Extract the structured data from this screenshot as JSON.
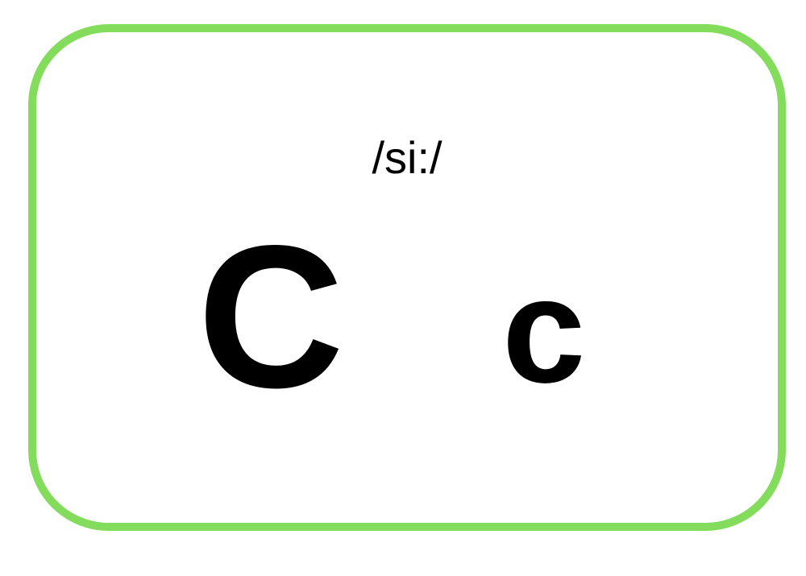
{
  "card": {
    "pronunciation": "/si:/",
    "uppercase_letter": "C",
    "lowercase_letter": "c",
    "border_color": "#83dc5c"
  }
}
